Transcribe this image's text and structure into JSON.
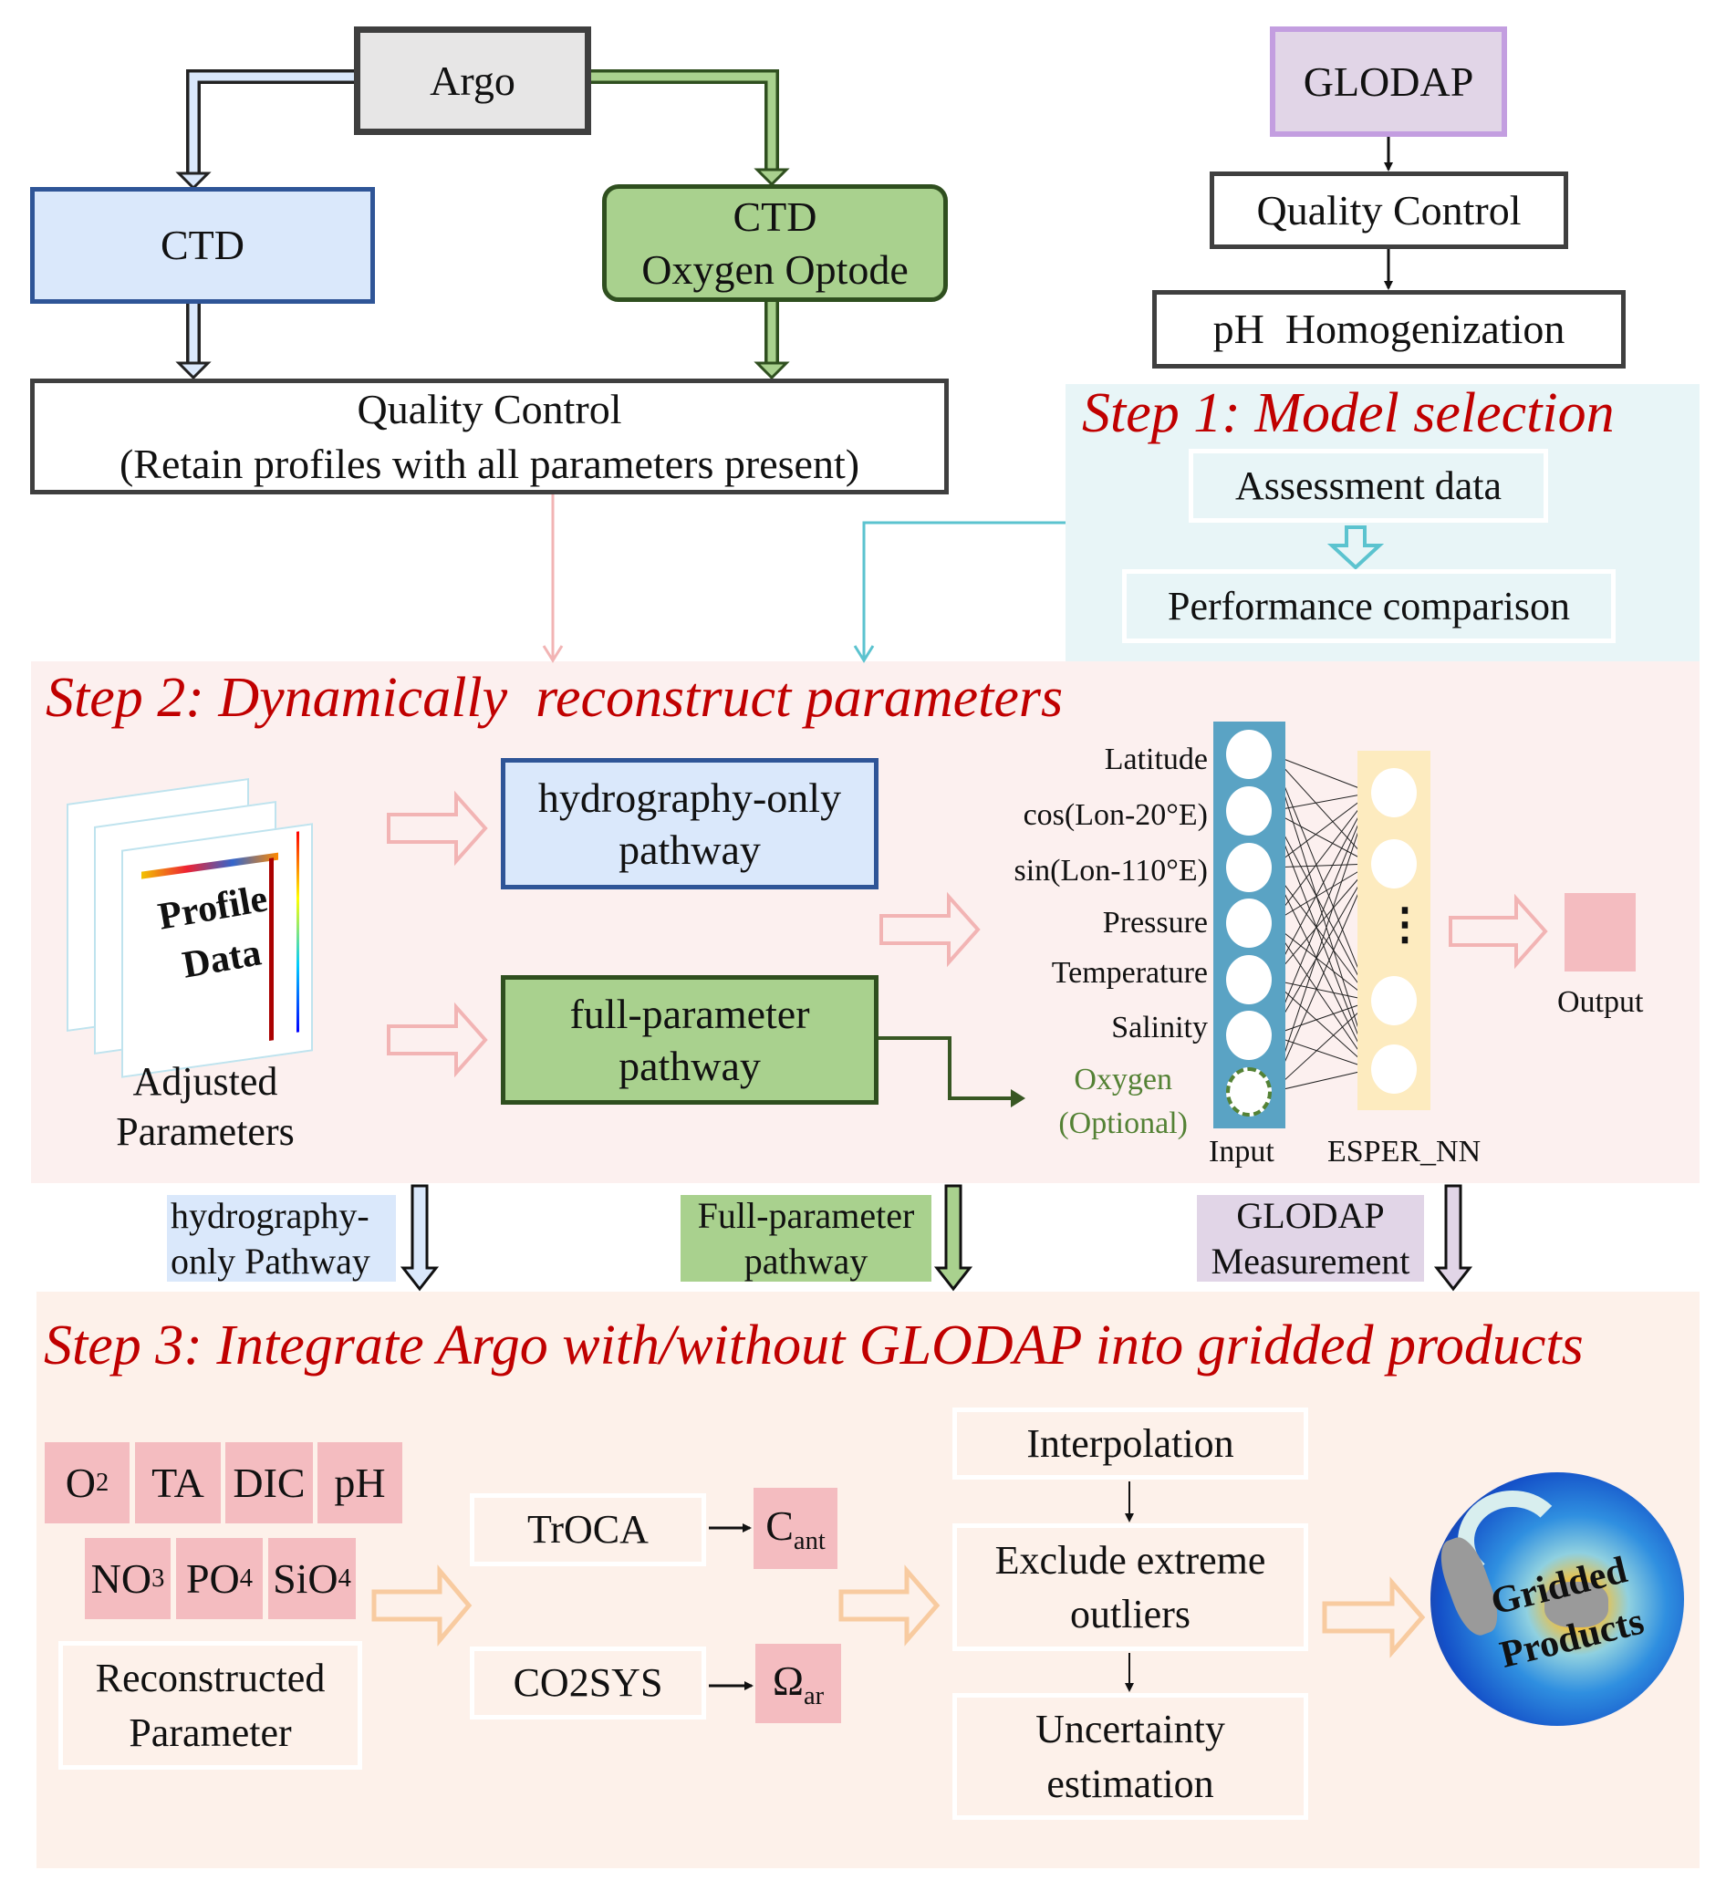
{
  "top": {
    "argo": "Argo",
    "ctd": "CTD",
    "ctd_oxygen": [
      "CTD",
      "Oxygen Optode"
    ],
    "qc_argo": [
      "Quality Control",
      "(Retain profiles with all parameters present)"
    ],
    "glodap": "GLODAP",
    "qc_glodap": "Quality Control",
    "ph_homogenization": "pH  Homogenization"
  },
  "step1": {
    "title": "Step 1: Model selection",
    "assessment": "Assessment data",
    "performance": "Performance comparison"
  },
  "step2": {
    "title": "Step 2: Dynamically  reconstruct parameters",
    "profile_image_text": [
      "Profile",
      "Data"
    ],
    "adjusted": [
      "Adjusted",
      "Parameters"
    ],
    "hydro_pathway": [
      "hydrography-only",
      "pathway"
    ],
    "full_pathway": [
      "full-parameter",
      "pathway"
    ],
    "inputs": [
      "Latitude",
      "cos(Lon-20°E)",
      "sin(Lon-110°E)",
      "Pressure",
      "Temperature",
      "Salinity"
    ],
    "optional_input": [
      "Oxygen",
      "(Optional)"
    ],
    "input_label": "Input",
    "nn_label": "ESPER_NN",
    "nn_dots": "⋮",
    "output_label": "Output"
  },
  "transfer": {
    "hydro": [
      "hydrography-",
      "only Pathway"
    ],
    "full": [
      "Full-parameter",
      "pathway"
    ],
    "glodap": [
      "GLODAP",
      "Measurement"
    ]
  },
  "step3": {
    "title": "Step 3: Integrate Argo with/without GLODAP into gridded products",
    "params_row1": [
      {
        "base": "O",
        "sub": "2"
      },
      {
        "base": "TA",
        "sub": ""
      },
      {
        "base": "DIC",
        "sub": ""
      },
      {
        "base": "pH",
        "sub": ""
      }
    ],
    "params_row2": [
      {
        "base": "NO",
        "sub": "3"
      },
      {
        "base": "PO",
        "sub": "4"
      },
      {
        "base": "SiO",
        "sub": "4"
      }
    ],
    "reconstructed": [
      "Reconstructed",
      "Parameter"
    ],
    "troca": "TrOCA",
    "cant": {
      "base": "C",
      "sub": "ant"
    },
    "co2sys": "CO2SYS",
    "omega": {
      "base": "Ω",
      "sub": "ar"
    },
    "interpolation": "Interpolation",
    "exclude": [
      "Exclude extreme",
      "outliers"
    ],
    "uncertainty": [
      "Uncertainty",
      "estimation"
    ],
    "gridded": [
      "Gridded",
      "Products"
    ]
  },
  "colors": {
    "step_title": "#c00000",
    "ctd_blue": "#dae8fb",
    "ctd_green": "#a9d18e",
    "glodap_purple": "#e1d5e7",
    "step1_bg": "#e8f5f7",
    "step2_bg": "#fcf0ef",
    "step3_bg": "#fdf1ea",
    "pink": "#f4bcc0",
    "input_col": "#5aa3c4",
    "nn_col": "#fdebbf"
  }
}
